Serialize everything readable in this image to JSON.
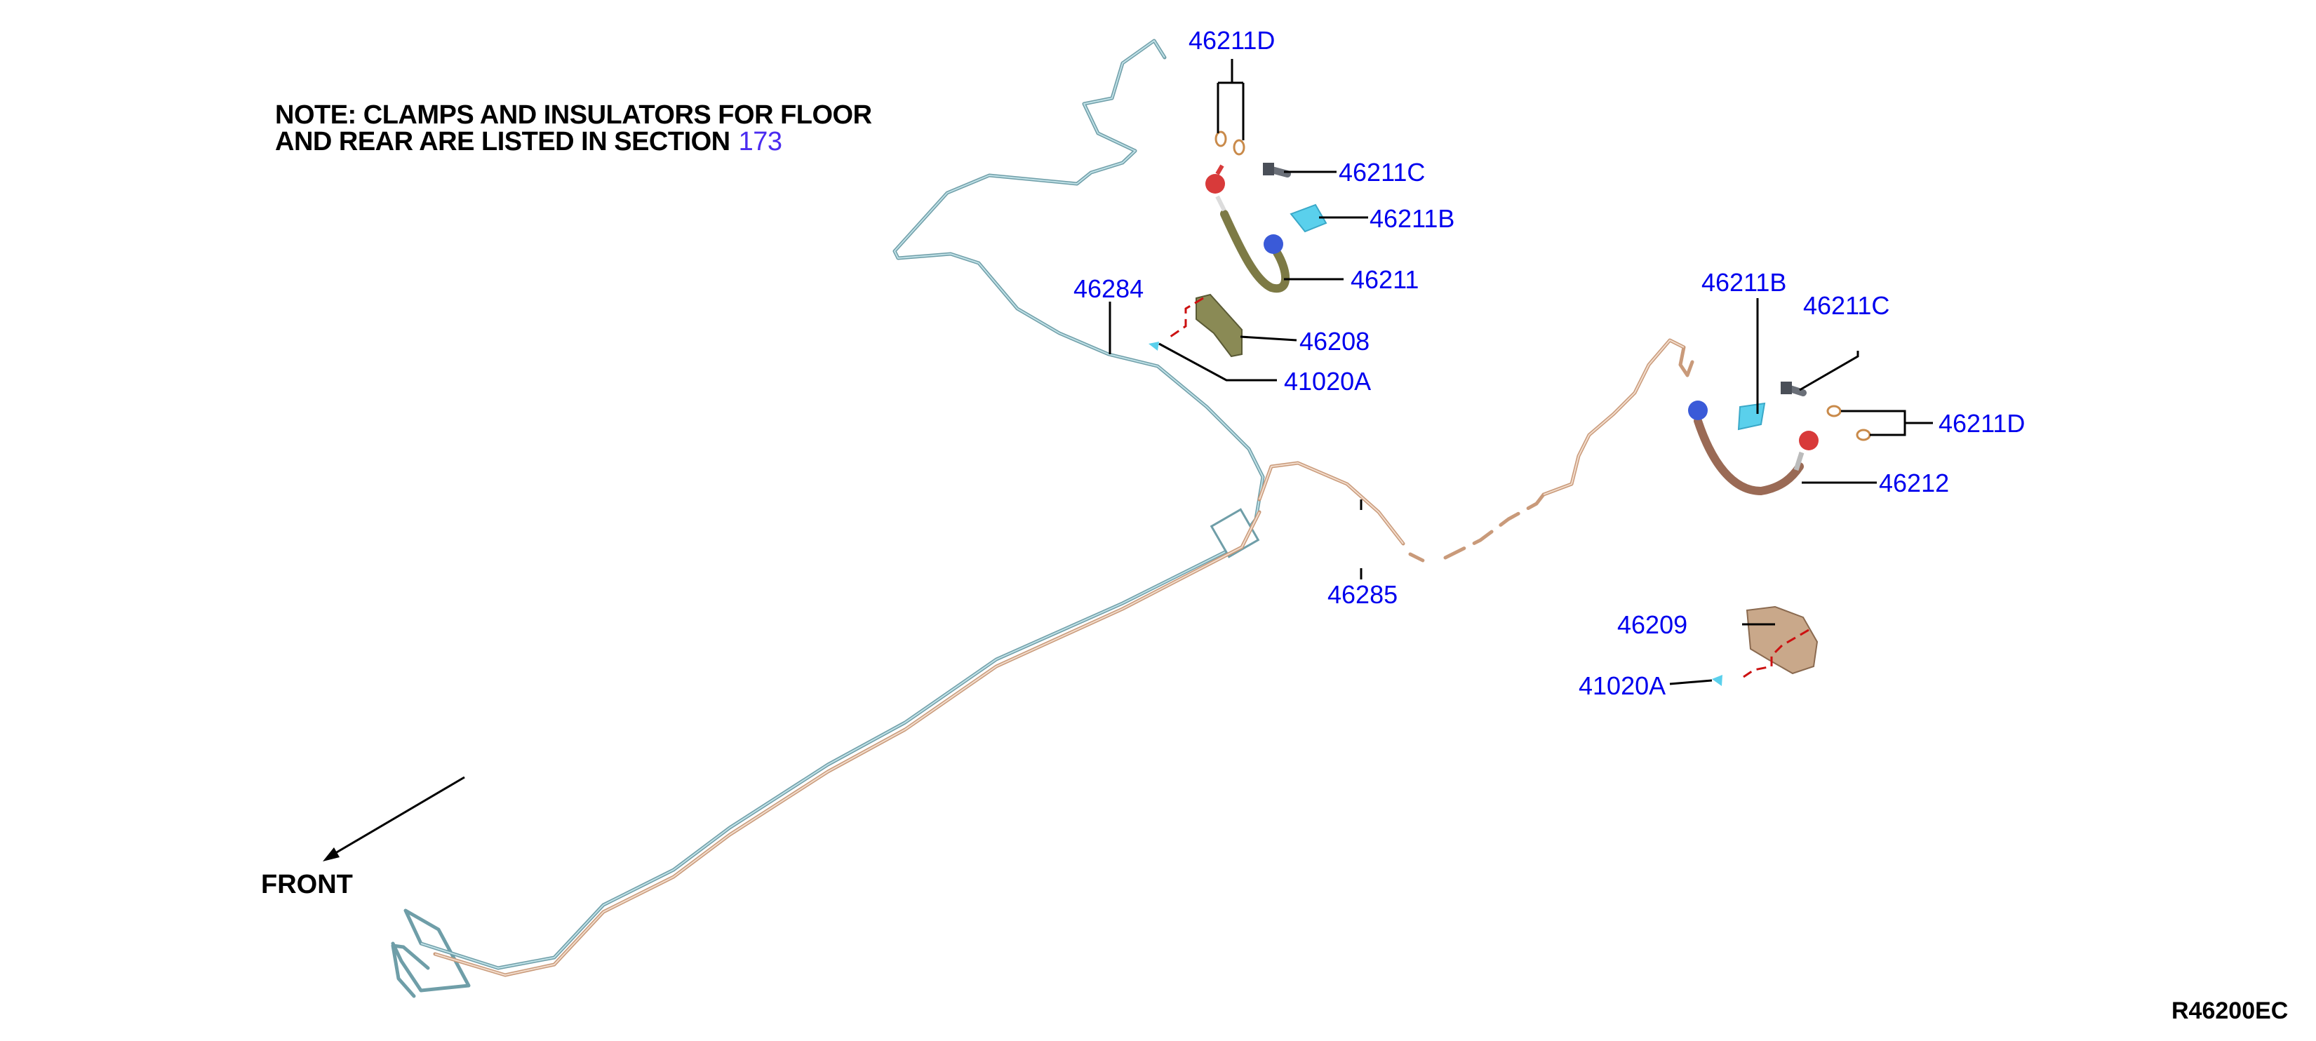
{
  "note": {
    "line1": "NOTE: CLAMPS AND INSULATORS FOR FLOOR",
    "line2": "AND REAR ARE LISTED IN SECTION",
    "section_link": "173"
  },
  "front_label": "FRONT",
  "diagram_code": "R46200EC",
  "part_labels": {
    "p46211D_top": "46211D",
    "p46211C_top": "46211C",
    "p46211B_top": "46211B",
    "p46211": "46211",
    "p46284": "46284",
    "p46208": "46208",
    "p41020A_top": "41020A",
    "p46285": "46285",
    "p46211B_right": "46211B",
    "p46211C_right": "46211C",
    "p46211D_right": "46211D",
    "p46212": "46212",
    "p46209": "46209",
    "p41020A_bottom": "41020A"
  },
  "colors": {
    "part_link": "#0000ee",
    "section_link": "#4a2cf0",
    "front_pipe": "#6f9ea8",
    "rear_pipe": "#c99a7a",
    "clip": "#5ad0ec",
    "fitting_red": "#d83a3a",
    "fitting_blue": "#3a5ad8"
  }
}
